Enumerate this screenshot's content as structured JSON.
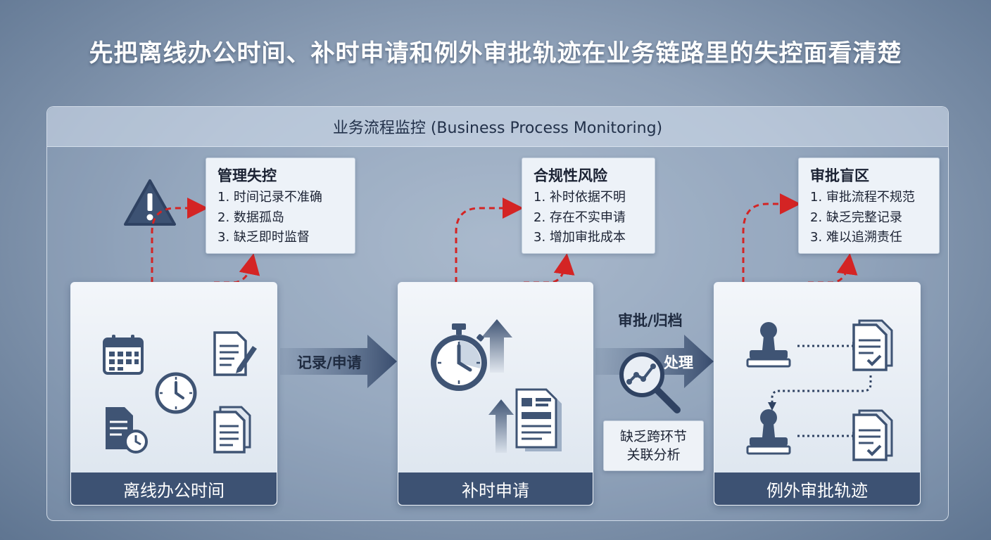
{
  "title": "先把离线办公时间、补时申请和例外审批轨迹在业务链路里的失控面看清楚",
  "panel": {
    "header": "业务流程监控 (Business Process Monitoring)"
  },
  "notes": [
    {
      "title": "管理失控",
      "items": [
        "1. 时间记录不准确",
        "2. 数据孤岛",
        "3. 缺乏即时监督"
      ]
    },
    {
      "title": "合规性风险",
      "items": [
        "1. 补时依据不明",
        "2. 存在不实申请",
        "3. 增加审批成本"
      ]
    },
    {
      "title": "审批盲区",
      "items": [
        "1. 审批流程不规范",
        "2. 缺乏完整记录",
        "3. 难以追溯责任"
      ]
    }
  ],
  "stages": [
    {
      "label": "离线办公时间"
    },
    {
      "label": "补时申请"
    },
    {
      "label": "例外审批轨迹"
    }
  ],
  "flows": {
    "first": "记录/申请",
    "second_top": "审批/归档",
    "second_arrow": "处理"
  },
  "gap_note": {
    "line1": "缺乏跨环节",
    "line2": "关联分析"
  },
  "colors": {
    "accent_red": "#d42424",
    "stage_label_bg": "#3d5273",
    "icon_dark": "#3f5474"
  },
  "icons": {
    "warning": "warning-triangle-icon",
    "stage1": [
      "calendar-icon",
      "document-edit-icon",
      "clock-icon",
      "document-clock-icon",
      "document-icon"
    ],
    "stage2": [
      "stopwatch-icon",
      "arrow-up-icon",
      "document-stack-icon"
    ],
    "flow": [
      "magnifier-chart-icon"
    ],
    "stage3": [
      "stamp-icon",
      "document-check-icon",
      "stamp-icon",
      "document-check-icon"
    ]
  }
}
